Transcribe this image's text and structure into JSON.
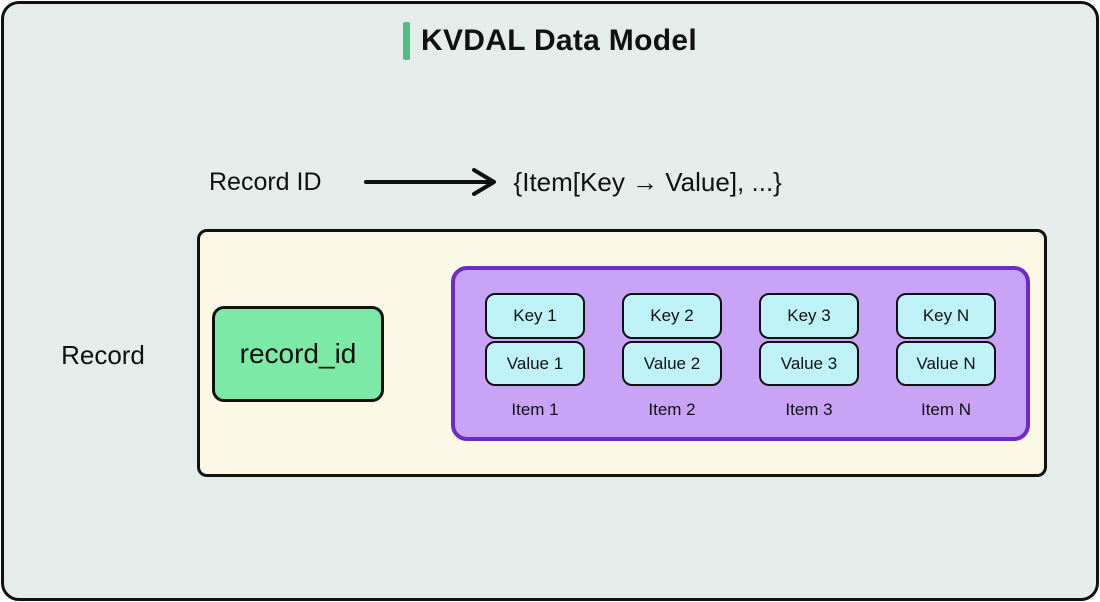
{
  "title": {
    "label": "KVDAL Data Model"
  },
  "mapping": {
    "source_label": "Record ID",
    "target_label": "{Item[Key → Value], ...}"
  },
  "record": {
    "label": "Record",
    "id_label": "record_id",
    "items": [
      {
        "key": "Key 1",
        "value": "Value 1",
        "label": "Item 1"
      },
      {
        "key": "Key 2",
        "value": "Value 2",
        "label": "Item 2"
      },
      {
        "key": "Key 3",
        "value": "Value 3",
        "label": "Item 3"
      },
      {
        "key": "Key N",
        "value": "Value N",
        "label": "Item N"
      }
    ]
  },
  "colors": {
    "background": "#e4ede9",
    "frame_border": "#111111",
    "title_accent": "#4fbe82",
    "record_fill": "#fbf8e6",
    "record_id_fill": "#7de9a6",
    "items_fill": "#c9a3f5",
    "items_border": "#6d2ac4",
    "chip_fill": "#bff2f6",
    "text": "#111111"
  }
}
